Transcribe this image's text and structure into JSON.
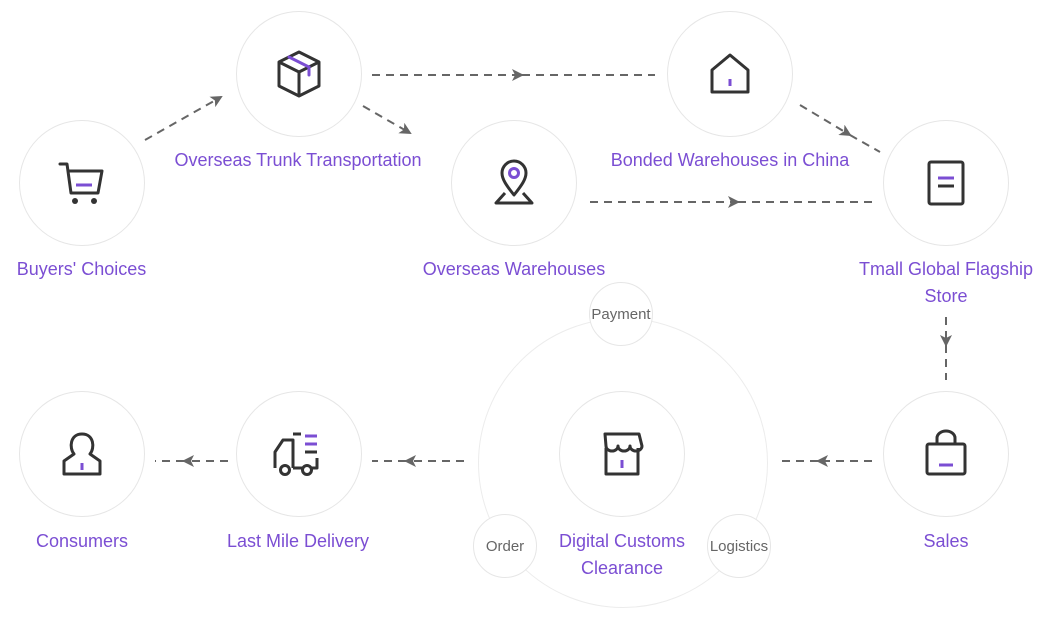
{
  "colors": {
    "accent": "#7b4ed3",
    "icon": "#333333",
    "arrow": "#666666",
    "ring": "#e6e6e6"
  },
  "nodes": {
    "buyers_choices": {
      "label": "Buyers' Choices",
      "icon": "shopping-cart-icon"
    },
    "overseas_trunk": {
      "label": "Overseas Trunk Transportation",
      "icon": "package-box-icon"
    },
    "overseas_warehouses": {
      "label": "Overseas Warehouses",
      "icon": "location-pin-icon"
    },
    "bonded_warehouses": {
      "label": "Bonded Warehouses in China",
      "icon": "house-icon"
    },
    "tmall_store": {
      "label_line1": "Tmall Global Flagship",
      "label_line2": "Store",
      "icon": "document-icon"
    },
    "sales": {
      "label": "Sales",
      "icon": "shopping-bag-icon"
    },
    "customs": {
      "label_line1": "Digital Customs",
      "label_line2": "Clearance",
      "icon": "storefront-icon"
    },
    "last_mile": {
      "label": "Last Mile Delivery",
      "icon": "delivery-truck-icon"
    },
    "consumers": {
      "label": "Consumers",
      "icon": "person-icon"
    }
  },
  "satellites": {
    "payment": "Payment",
    "order": "Order",
    "logistics": "Logistics"
  }
}
